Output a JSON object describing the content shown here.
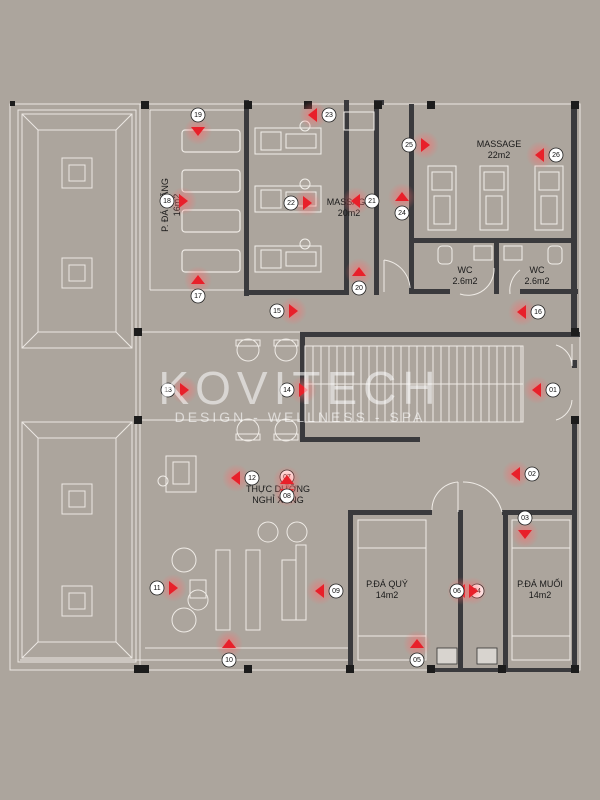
{
  "rooms": {
    "p_da_giang": {
      "name": "P. ĐÁ GIĂNG",
      "area": "16m2"
    },
    "massage_small": {
      "name": "MASSAGE",
      "area": "20m2"
    },
    "massage_large": {
      "name": "MASSAGE",
      "area": "22m2"
    },
    "wc_left": {
      "name": "WC",
      "area": "2.6m2"
    },
    "wc_right": {
      "name": "WC",
      "area": "2.6m2"
    },
    "lounge": {
      "line1": "THỰC DƯỠNG",
      "line2": "NGHỈ XÔNG"
    },
    "p_da_quy": {
      "name": "P.ĐÁ QUÝ",
      "area": "14m2"
    },
    "p_da_muoi": {
      "name": "P.ĐÁ MUỐI",
      "area": "14m2"
    }
  },
  "markers": [
    "01",
    "02",
    "03",
    "04",
    "05",
    "06",
    "07",
    "08",
    "09",
    "10",
    "11",
    "12",
    "13",
    "14",
    "15",
    "16",
    "17",
    "18",
    "19",
    "20",
    "21",
    "22",
    "23",
    "24",
    "25",
    "26"
  ],
  "watermark": {
    "brand": "KOVITECH",
    "tagline": "DESIGN - WELLNESS - SPA"
  },
  "colors": {
    "background": "#aca59d",
    "wall": "#3a3a3d",
    "marker": "#e8202a",
    "line": "#eae6e1"
  }
}
